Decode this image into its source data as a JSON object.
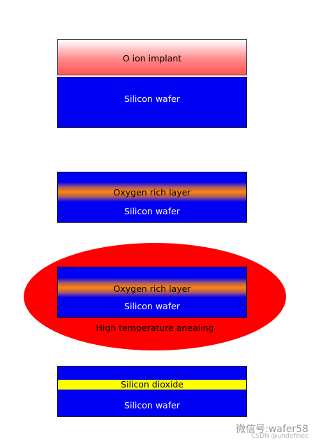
{
  "diagram": {
    "step1": {
      "implant_label": "O ion implant",
      "wafer_label": "Silicon wafer"
    },
    "step2": {
      "layer_label": "Oxygen rich layer",
      "wafer_label": "Silicon wafer"
    },
    "step3": {
      "layer_label": "Oxygen rich layer",
      "wafer_label": "Silicon wafer",
      "process_label": "High temperature anealing"
    },
    "step4": {
      "oxide_label": "Silicon dioxide",
      "wafer_label": "Silicon wafer"
    }
  },
  "watermark": {
    "main": "微信号:wafer58",
    "sub": "CSDN @undefinec"
  },
  "colors": {
    "wafer": "#0000f2",
    "implant": "#ff5555",
    "oxygen_layer": "#ff8800",
    "annealing": "#ff0000",
    "oxide": "#ffff00"
  }
}
